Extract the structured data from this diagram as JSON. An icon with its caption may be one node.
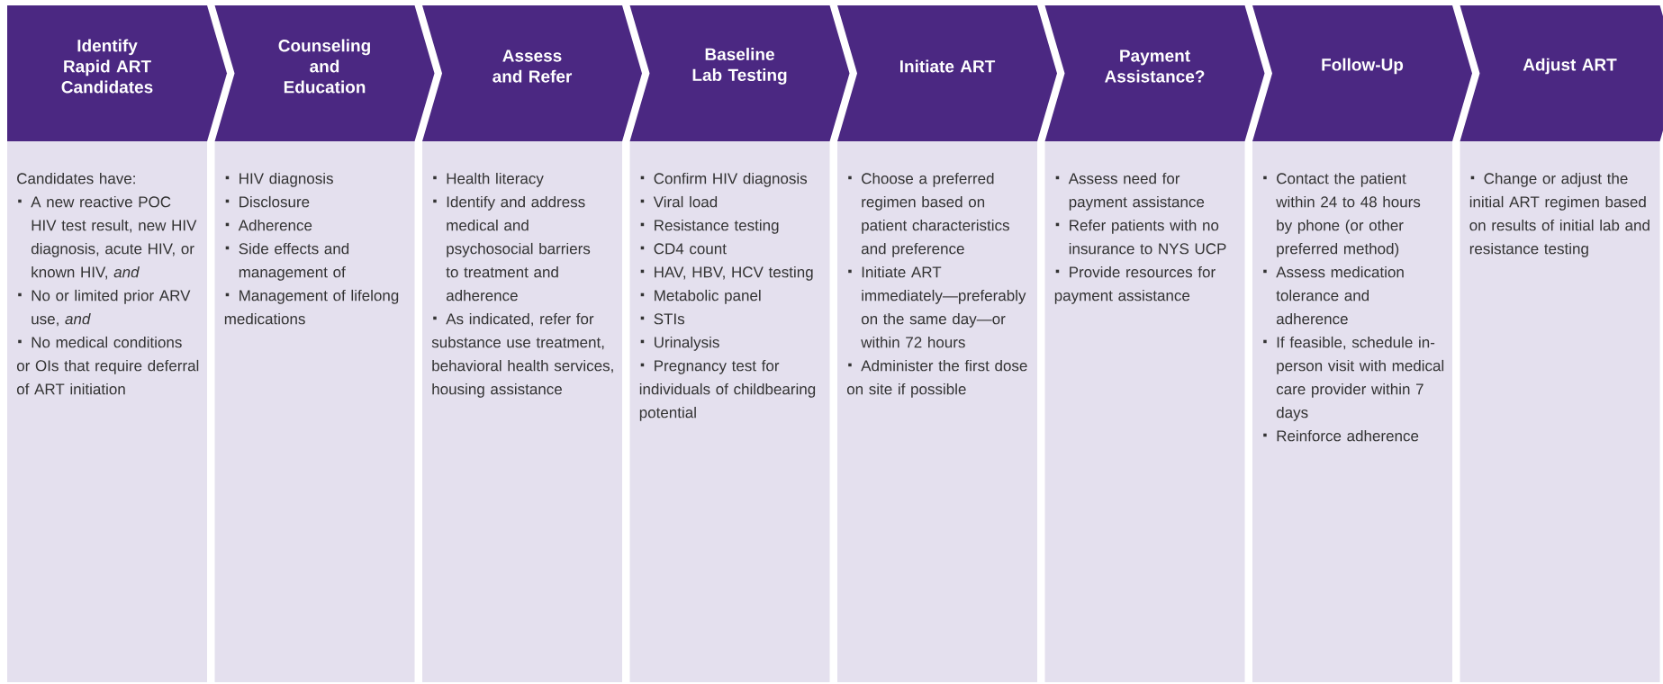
{
  "diagram": {
    "nodes": [
      {
        "text": [
          "Identify Rapid ART Candidates"
        ]
      },
      {
        "text": [
          "Candidates have:",
          "A new reactive POC HIV test result, new HIV diagnosis, acute HIV, or known HIV, *and*",
          "No or limited prior ARV use, *and*",
          "No medical conditions or OIs that require deferral of ART initiation"
        ]
      },
      {
        "text": [
          "Counseling and Education"
        ]
      },
      {
        "text": [
          "HIV diagnosis",
          "Disclosure",
          "Adherence",
          "Side effects and management of",
          "Management of lifelong medications"
        ]
      },
      {
        "text": [
          "Assess and Refer"
        ]
      },
      {
        "text": [
          "Health literacy",
          "Identify and address medical and psychosocial barriers to treatment and adherence",
          "As indicated, refer for substance use treatment, behavioral health services, housing assistance"
        ]
      },
      {
        "text": [
          "Baseline Lab Testing"
        ]
      },
      {
        "text": [
          "Confirm HIV diagnosis",
          "Viral load",
          "Resistance testing",
          "CD4 count",
          "HAV, HBV, HCV testing",
          "Metabolic panel",
          "STIs",
          "Urinalysis",
          "Pregnancy test for individuals of childbearing potential"
        ]
      },
      {
        "text": [
          "Initiate ART"
        ]
      },
      {
        "text": [
          "Choose a preferred regimen based on patient characteristics and preference",
          "Initiate ART immediately—preferably on the same day—or within 72 hours",
          "Administer the first dose on site if possible"
        ]
      },
      {
        "text": [
          "Payment Assistance?"
        ]
      },
      {
        "text": [
          "Assess need for payment assistance",
          "Refer patients with no insurance to NYS UCP",
          "Provide resources for payment assistance"
        ]
      },
      {
        "text": [
          "Follow-Up"
        ]
      },
      {
        "text": [
          "Contact the patient within 24 to 48 hours by phone (or other preferred method)",
          "Assess medication tolerance and adherence",
          "If feasible, schedule in-person visit with medical care provider within 7 days",
          "Reinforce adherence"
        ]
      },
      {
        "text": [
          "Adjust ART"
        ]
      },
      {
        "text": [
          "Change or adjust the initial ART regimen based on results of initial lab and resistance testing"
        ]
      }
    ]
  }
}
